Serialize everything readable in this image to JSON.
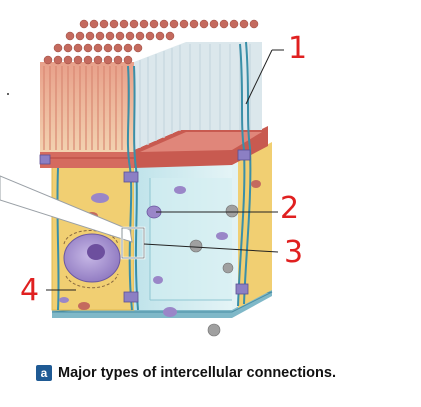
{
  "figure": {
    "callouts": [
      {
        "id": "1",
        "label": "1"
      },
      {
        "id": "2",
        "label": "2"
      },
      {
        "id": "3",
        "label": "3"
      },
      {
        "id": "4",
        "label": "4"
      }
    ],
    "caption": {
      "badge": "a",
      "text": "Major types of intercellular connections."
    },
    "colors": {
      "cytoplasm": "#f1cf72",
      "cell_clear": "#d3eef2",
      "microvilli": "#c46a5e",
      "terminal_web": "#d56b5f",
      "nucleus": "#9a86c8",
      "membrane": "#3a8fa8",
      "label_red": "#e02020"
    }
  }
}
